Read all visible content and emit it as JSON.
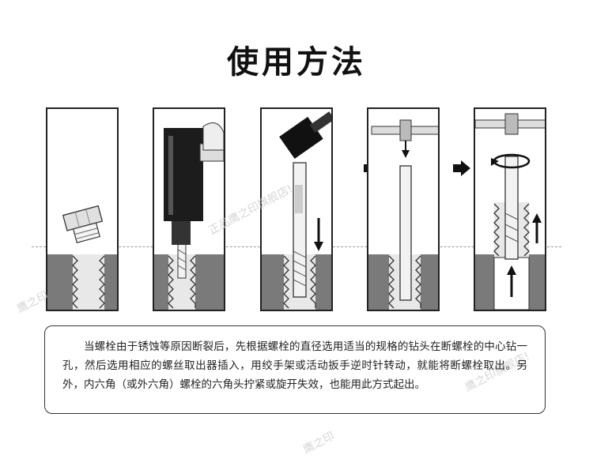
{
  "title": "使用方法",
  "description": "当螺栓由于锈蚀等原因断裂后，先根据螺栓的直径选用适当的规格的钻头在断螺栓的中心钻一孔，然后选用相应的螺丝取出器插入，用绞手架或活动扳手逆时针转动，就能将断螺栓取出。另外，内六角（或外六角）螺栓的六角头拧紧或旋开失效，也能用此方式起出。",
  "watermarks": [
    "正品鹰之印旗舰店!",
    "鹰之印",
    "鹰之印旗舰店!",
    "鹰之印"
  ],
  "panels": [
    {
      "name": "step-1-broken-bolt"
    },
    {
      "name": "step-2-drill-hole"
    },
    {
      "name": "step-3-hammer-in-extractor"
    },
    {
      "name": "step-4-attach-wrench"
    },
    {
      "name": "step-5-turn-counterclockwise"
    }
  ],
  "colors": {
    "bolt_body": "#7a7a7a",
    "panel_border": "#222222",
    "text": "#222222"
  }
}
